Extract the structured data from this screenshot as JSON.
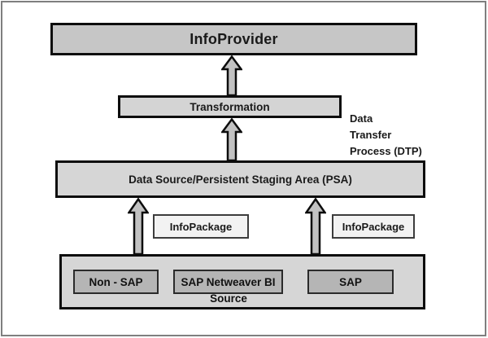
{
  "diagram_title": "SAP BW data flow diagram",
  "nodes": {
    "info_provider": {
      "label": "InfoProvider"
    },
    "transformation": {
      "label": "Transformation"
    },
    "dtp": {
      "lines": [
        "Data",
        "Transfer",
        "Process (DTP)"
      ]
    },
    "psa": {
      "label": "Data Source/Persistent Staging Area (PSA)"
    },
    "infopackage_left": {
      "label": "InfoPackage"
    },
    "infopackage_right": {
      "label": "InfoPackage"
    },
    "source": {
      "label": "Source",
      "systems": [
        "Non - SAP",
        "SAP Netweaver BI",
        "SAP"
      ]
    }
  },
  "connections": [
    {
      "from": "transformation",
      "to": "info_provider",
      "type": "up-arrow"
    },
    {
      "from": "psa",
      "to": "transformation",
      "type": "up-arrow"
    },
    {
      "from": "source",
      "to": "psa",
      "type": "up-arrow",
      "side": "left"
    },
    {
      "from": "source",
      "to": "psa",
      "type": "up-arrow",
      "side": "right"
    }
  ],
  "colors": {
    "frame_border": "#7f7f7f",
    "box_border": "#0d0d0d",
    "infoprovider_fill": "#c6c6c6",
    "transformation_fill": "#d4d4d4",
    "psa_fill": "#d6d6d6",
    "source_fill": "#d6d6d6",
    "system_box_fill": "#b5b5b5",
    "infopackage_fill": "#f2f2f2",
    "arrow_fill": "#c2c2c2",
    "text": "#1a1a1a",
    "background": "#ffffff"
  }
}
